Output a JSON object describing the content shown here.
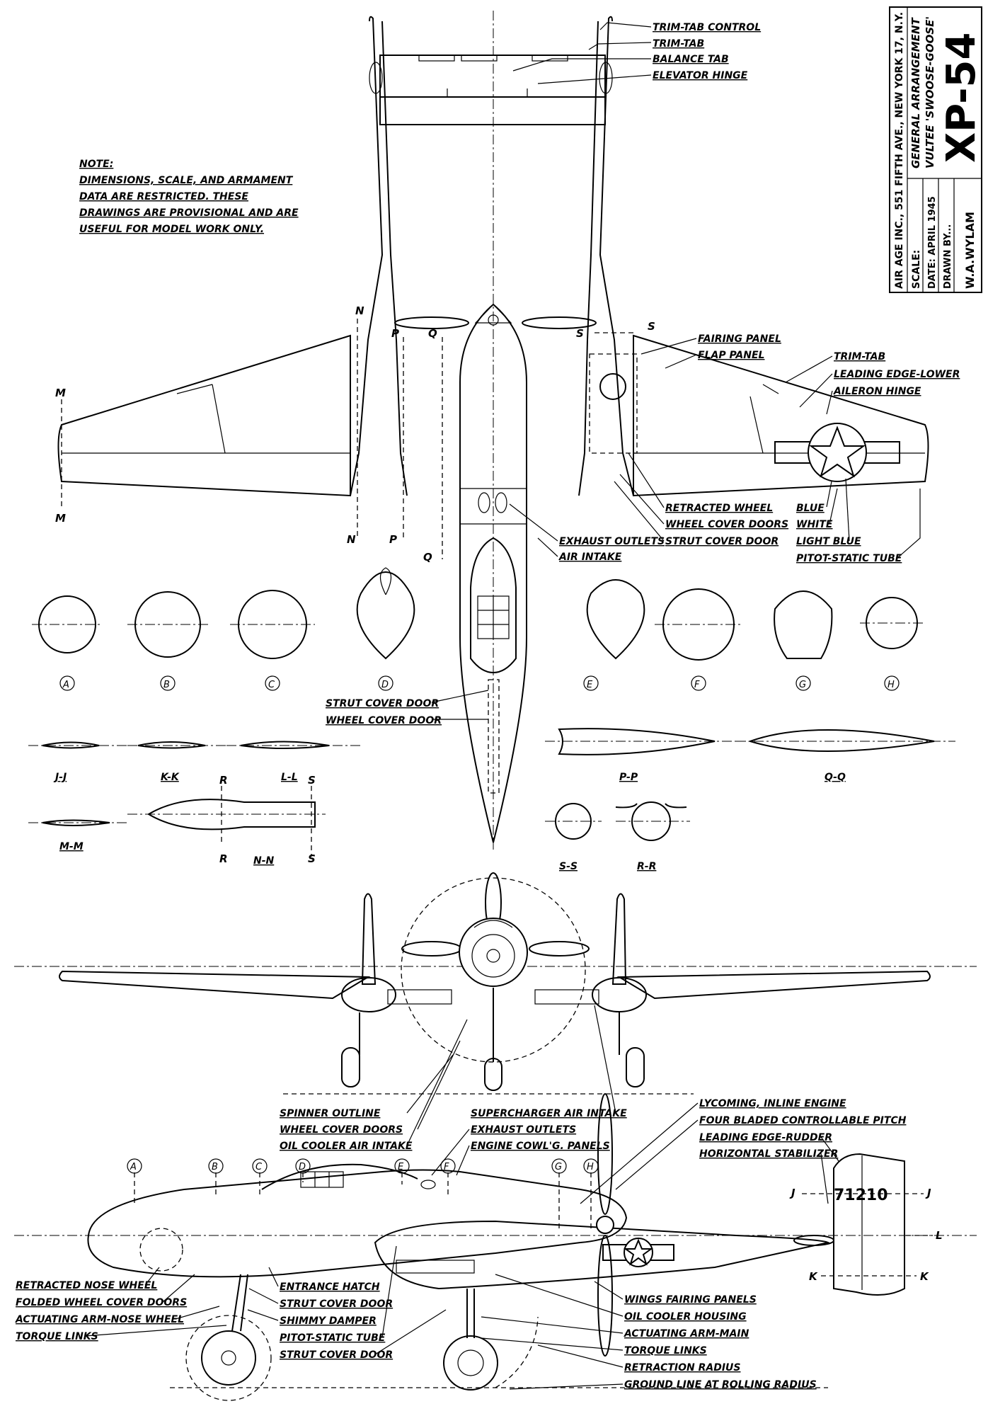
{
  "title_block": {
    "publisher": "AIR AGE INC., 551 FIFTH AVE., NEW YORK 17, N.Y.",
    "scale_label": "SCALE:",
    "date": "DATE: APRIL 1945",
    "drawn_by_label": "DRAWN BY...",
    "drawn_by": "W.A.WYLAM",
    "subtitle_1": "GENERAL ARRANGEMENT",
    "subtitle_2": "VULTEE 'SWOOSE-GOOSE'",
    "model": "XP-54"
  },
  "note": {
    "heading": "NOTE:",
    "lines": [
      "DIMENSIONS, SCALE, AND ARMAMENT",
      "DATA ARE RESTRICTED. THESE",
      "DRAWINGS ARE PROVISIONAL AND ARE",
      "USEFUL FOR MODEL WORK ONLY."
    ]
  },
  "labels": {
    "trim_tab_control": "TRIM-TAB CONTROL",
    "trim_tab": "TRIM-TAB",
    "balance_tab": "BALANCE TAB",
    "elevator_hinge": "ELEVATOR HINGE",
    "fairing_panel": "FAIRING PANEL",
    "flap_panel": "FLAP PANEL",
    "trim_tab_wing": "TRIM-TAB",
    "leading_edge_lower": "LEADING EDGE-LOWER",
    "aileron_hinge": "AILERON HINGE",
    "retracted_wheel": "RETRACTED WHEEL",
    "wheel_cover_doors": "WHEEL COVER DOORS",
    "strut_cover_door_top": "STRUT COVER DOOR",
    "exhaust_outlets_top": "EXHAUST OUTLETS",
    "air_intake": "AIR INTAKE",
    "blue": "BLUE",
    "white": "WHITE",
    "light_blue": "LIGHT BLUE",
    "pitot_static_tube_top": "PITOT-STATIC TUBE",
    "strut_cover_door_mid": "STRUT COVER DOOR",
    "wheel_cover_door_mid": "WHEEL COVER DOOR",
    "spinner_outline": "SPINNER OUTLINE",
    "wheel_cover_doors_front": "WHEEL COVER DOORS",
    "oil_cooler_air_intake": "OIL COOLER AIR INTAKE",
    "supercharger_air_intake": "SUPERCHARGER AIR INTAKE",
    "exhaust_outlets_side": "EXHAUST OUTLETS",
    "engine_cowl_panels": "ENGINE COWL'G. PANELS",
    "lycoming_engine": "LYCOMING, INLINE ENGINE",
    "four_bladed_prop": "FOUR BLADED CONTROLLABLE PITCH",
    "leading_edge_rudder": "LEADING EDGE-RUDDER",
    "horizontal_stabilizer": "HORIZONTAL STABILIZER",
    "retracted_nose_wheel": "RETRACTED NOSE WHEEL",
    "folded_wheel_cover_doors": "FOLDED WHEEL COVER DOORS",
    "actuating_arm_nose_wheel": "ACTUATING ARM-NOSE WHEEL",
    "torque_links_left": "TORQUE LINKS",
    "entrance_hatch": "ENTRANCE HATCH",
    "strut_cover_door_side": "STRUT COVER DOOR",
    "shimmy_damper": "SHIMMY DAMPER",
    "pitot_static_tube_side": "PITOT-STATIC TUBE",
    "strut_cover_door_low": "STRUT COVER DOOR",
    "wings_fairing_panels": "WINGS FAIRING PANELS",
    "oil_cooler_housing": "OIL COOLER HOUSING",
    "actuating_arm_main": "ACTUATING ARM-MAIN",
    "torque_links_right": "TORQUE LINKS",
    "retraction_radius": "RETRACTION RADIUS",
    "ground_line": "GROUND LINE AT ROLLING RADIUS",
    "serial": "71210"
  },
  "section_markers": {
    "circles": [
      "A",
      "B",
      "C",
      "D",
      "E",
      "F",
      "G",
      "H"
    ],
    "cut_letters": [
      "M",
      "N",
      "P",
      "Q",
      "S",
      "R",
      "J",
      "K",
      "L"
    ],
    "airfoils": [
      "J-J",
      "K-K",
      "L-L",
      "M-M",
      "N-N",
      "P-P",
      "Q-Q",
      "S-S",
      "R-R"
    ]
  }
}
